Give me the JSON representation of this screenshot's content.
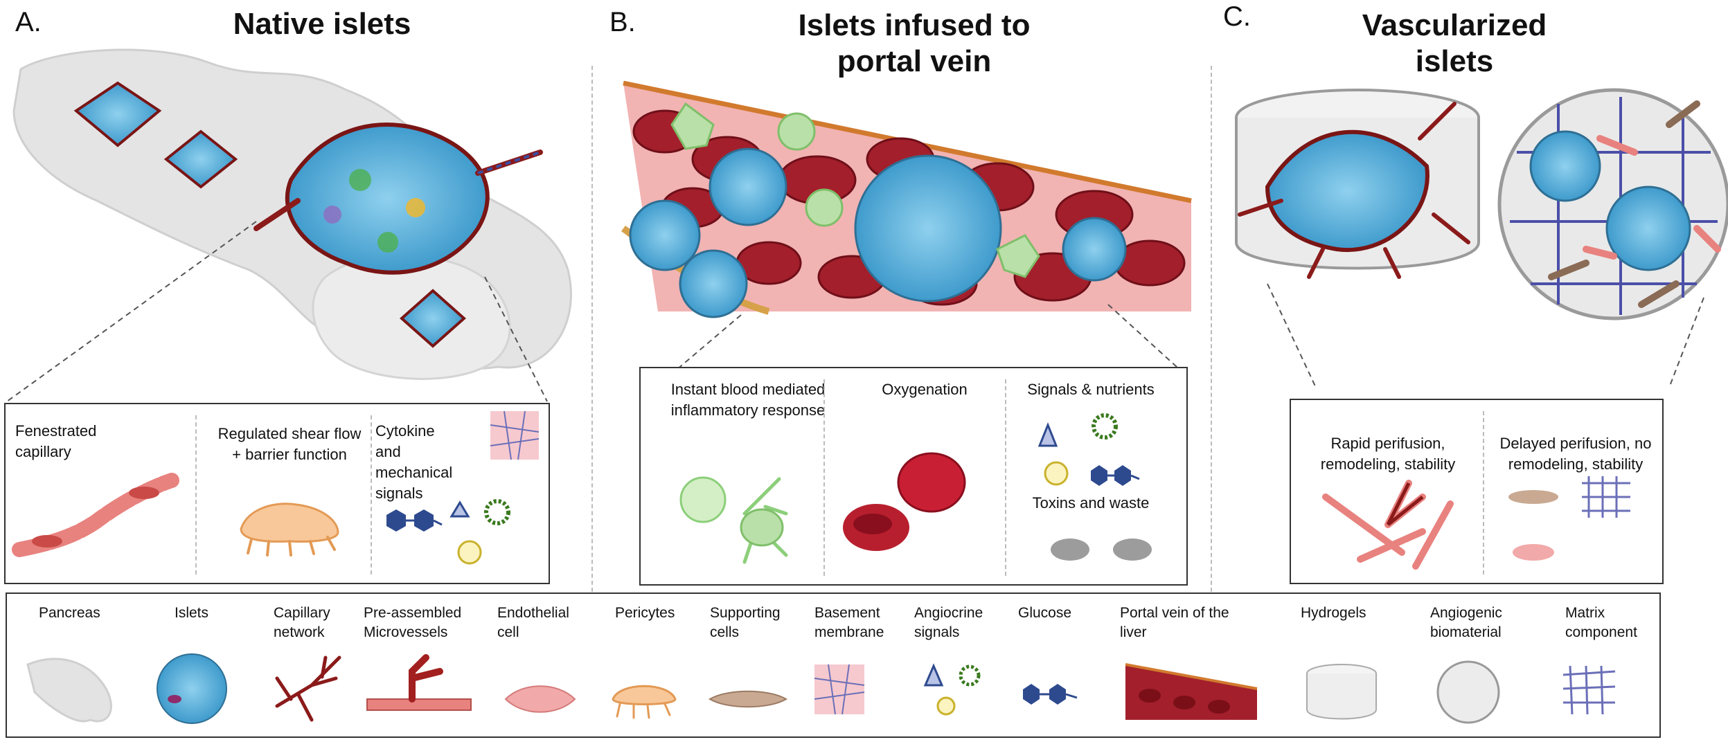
{
  "panel_a": {
    "letter": "A.",
    "title": "Native islets",
    "cells": [
      "Fenestrated capillary",
      "Regulated shear flow + barrier function",
      "Cytokine and mechanical signals"
    ]
  },
  "panel_b": {
    "letter": "B.",
    "title_line1": "Islets infused to",
    "title_line2": "portal vein",
    "cells": [
      "Instant blood mediated inflammatory response",
      "Oxygenation",
      "Signals & nutrients",
      "Toxins and waste"
    ]
  },
  "panel_c": {
    "letter": "C.",
    "title_line1": "Vascularized",
    "title_line2": "islets",
    "cells": [
      "Rapid perifusion, remodeling, stability",
      "Delayed perifusion, no remodeling, stability"
    ]
  },
  "legend": {
    "items": [
      {
        "label": "Pancreas",
        "icon": "pancreas-icon"
      },
      {
        "label": "Islets",
        "icon": "islet-icon"
      },
      {
        "label": "Capillary network",
        "icon": "capillary-network-icon"
      },
      {
        "label": "Pre-assembled Microvessels",
        "icon": "microvessel-icon"
      },
      {
        "label": "Endothelial cell",
        "icon": "endothelial-cell-icon"
      },
      {
        "label": "Pericytes",
        "icon": "pericyte-icon"
      },
      {
        "label": "Supporting cells",
        "icon": "supporting-cell-icon"
      },
      {
        "label": "Basement membrane",
        "icon": "basement-membrane-icon"
      },
      {
        "label": "Angiocrine signals",
        "icon": "angiocrine-signals-icon"
      },
      {
        "label": "Glucose",
        "icon": "glucose-icon"
      },
      {
        "label": "Portal vein of the liver",
        "icon": "portal-vein-icon"
      },
      {
        "label": "Hydrogels",
        "icon": "hydrogel-icon"
      },
      {
        "label": "Angiogenic biomaterial",
        "icon": "angiogenic-biomaterial-icon"
      },
      {
        "label": "Matrix component",
        "icon": "matrix-component-icon"
      }
    ]
  },
  "colors": {
    "vessel": "#8b1a1a",
    "rbc": "#b81f2e",
    "islet": "#5fb4dc",
    "endothelial": "#e8827f",
    "pericyte": "#f4b26a",
    "immune": "#b9e0a8",
    "matrix": "#5a5fb0"
  }
}
